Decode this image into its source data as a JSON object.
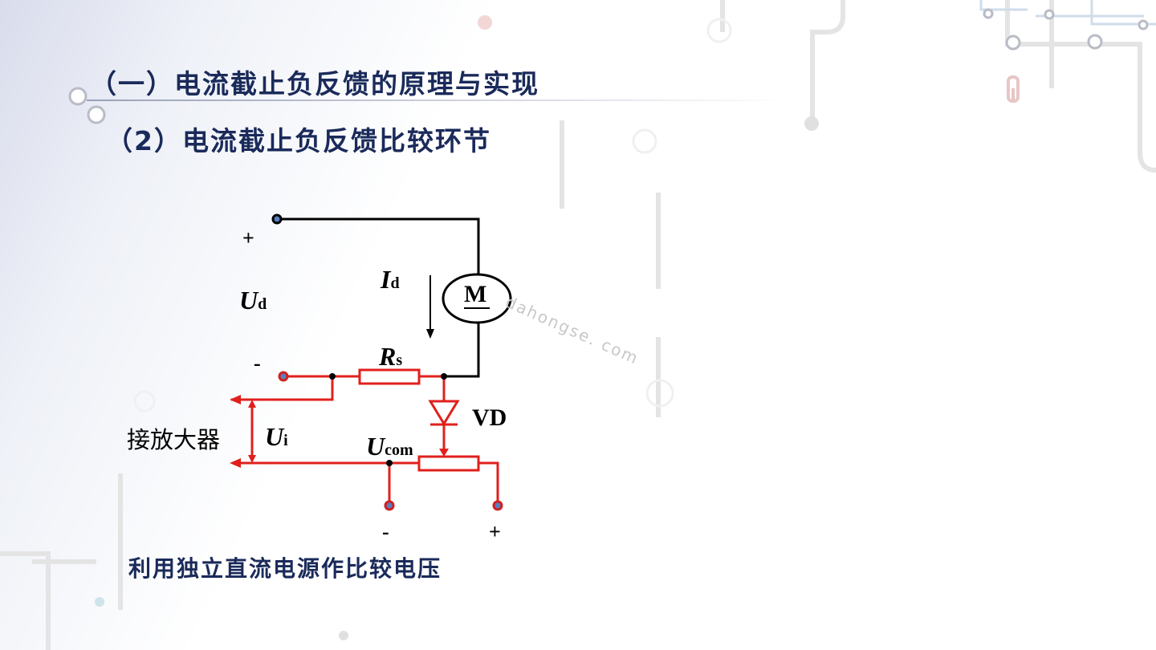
{
  "slide": {
    "title": "（一）电流截止负反馈的原理与实现",
    "subtitle": "（2）电流截止负反馈比较环节",
    "caption": "利用独立直流电源作比较电压",
    "watermark": "dahongse. com"
  },
  "circuit": {
    "plus_top": "+",
    "ud_main": "U",
    "ud_sub": "d",
    "minus_left": "-",
    "id_main": "I",
    "id_sub": "d",
    "motor": "M",
    "rs_main": "R",
    "rs_sub": "s",
    "vd": "VD",
    "amp_label": "接放大器",
    "ui_main": "U",
    "ui_sub": "i",
    "ucom_main": "U",
    "ucom_sub": "com",
    "minus_bottom": "-",
    "plus_bottom": "+"
  },
  "colors": {
    "title": "#1a2a5a",
    "wire_black": "#000000",
    "wire_red": "#e0201c",
    "terminal": "#5a7fc0"
  }
}
